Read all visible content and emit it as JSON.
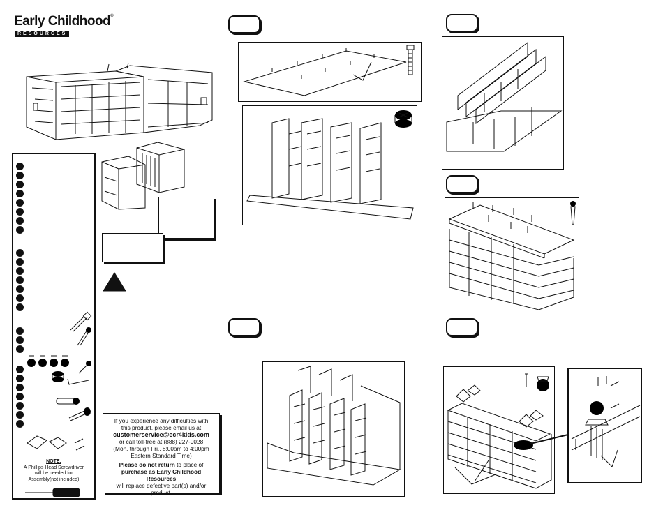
{
  "brand": {
    "name": "Early Childhood",
    "trademark": "®",
    "subtitle": "RESOURCES"
  },
  "contact_box": {
    "line1": "If you experience any difficulties with",
    "line2": "this product, please email us at",
    "email": "customerservice@ecr4kids.com",
    "line3": "or call toll-free at (888) 227-9028",
    "line4": "(Mon. through Fri., 8:00am to 4:00pm",
    "line5": "Eastern Standard Time)",
    "bold1": "Please do not return",
    "line6": " to place of",
    "bold2": "purchase as Early Childhood Resources",
    "line7": "will replace defective part(s) and/or",
    "line8": "product."
  },
  "note": {
    "title": "NOTE:",
    "line1": "A Phillips Head Screwdriver",
    "line2": "will be needed for",
    "line3": "Assembly(not included)"
  },
  "colors": {
    "ink": "#111111",
    "paper": "#ffffff"
  }
}
